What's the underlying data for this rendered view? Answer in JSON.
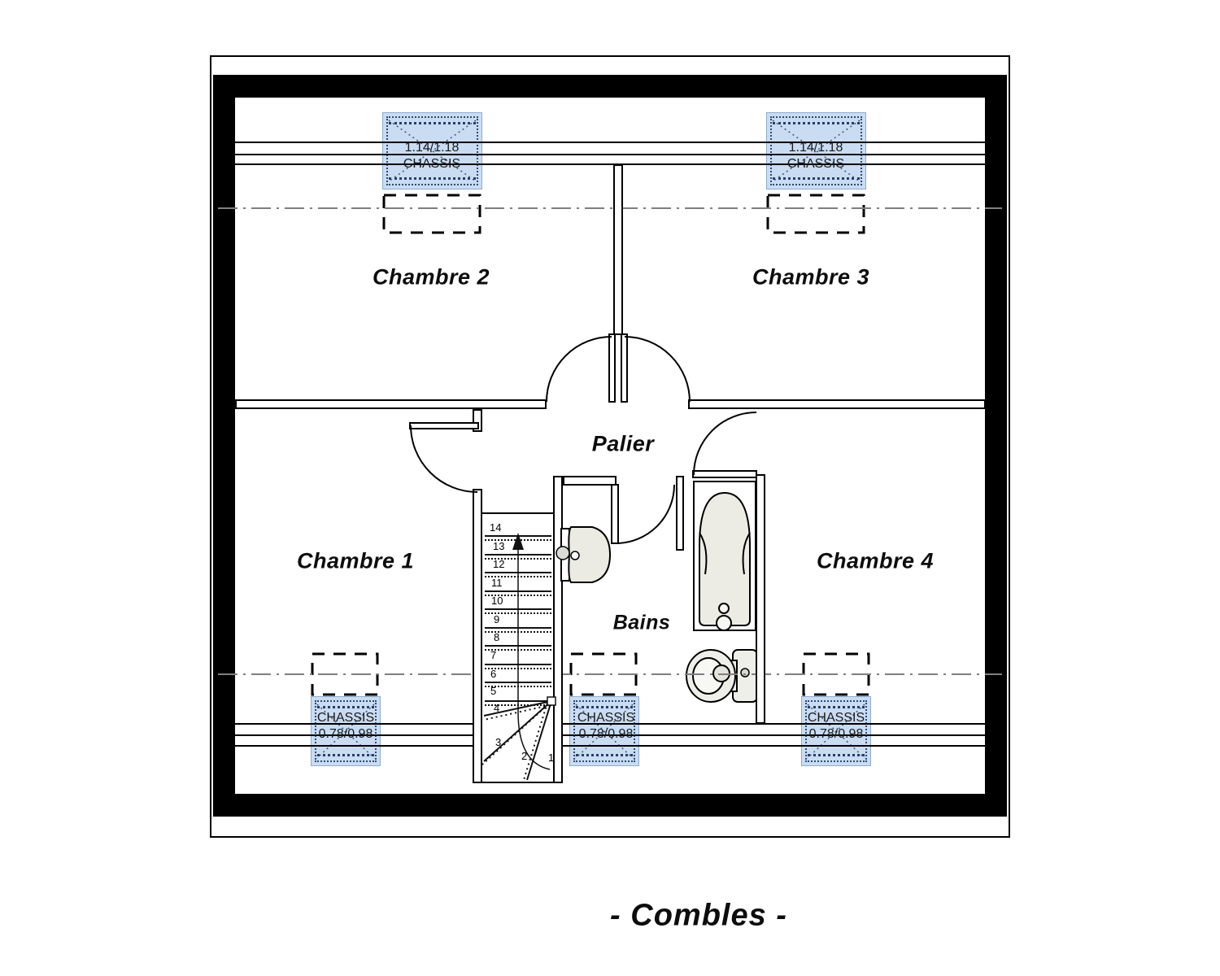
{
  "title": "- Combles -",
  "rooms": {
    "chambre1": "Chambre 1",
    "chambre2": "Chambre 2",
    "chambre3": "Chambre 3",
    "chambre4": "Chambre 4",
    "palier": "Palier",
    "bains": "Bains"
  },
  "windows": {
    "top": {
      "size": "1.14/1.18",
      "name": "CHASSIS"
    },
    "bottom": {
      "name": "CHASSIS",
      "size": "0.78/0.98"
    }
  },
  "stairs": {
    "steps": [
      "14",
      "13",
      "12",
      "11",
      "10",
      "9",
      "8",
      "7",
      "6",
      "5",
      "4",
      "3",
      "2",
      "1"
    ]
  },
  "colors": {
    "wall": "#000000",
    "window_fill": "#cadcf2",
    "window_dots": "#2c4a73",
    "axis_line": "#7f7f7f",
    "fixture_fill": "#ecece5"
  }
}
